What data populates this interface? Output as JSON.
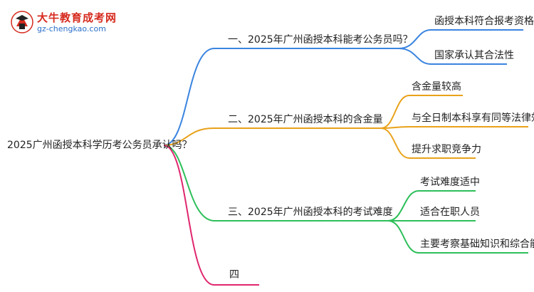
{
  "logo": {
    "brand": "大牛教育成考网",
    "url": "gz-chengkao.com",
    "mark_icon": "scholar-figure-icon"
  },
  "root": {
    "label": "2025广州函授本科学历考公务员承认吗？"
  },
  "branches": [
    {
      "label": "一、2025年广州函授本科能考公务员吗？",
      "color": "#3a84e0",
      "children": [
        "函授本科符合报考资格",
        "国家承认其合法性"
      ]
    },
    {
      "label": "二、2025年广州函授本科的含金量",
      "color": "#e9a21a",
      "children": [
        "含金量较高",
        "与全日制本科享有同等法律效力",
        "提升求职竞争力"
      ]
    },
    {
      "label": "三、2025年广州函授本科的考试难度",
      "color": "#2dbf5a",
      "children": [
        "考试难度适中",
        "适合在职人员",
        "主要考察基础知识和综合能力"
      ]
    },
    {
      "label": "四",
      "color": "#e0266e",
      "children": []
    }
  ]
}
